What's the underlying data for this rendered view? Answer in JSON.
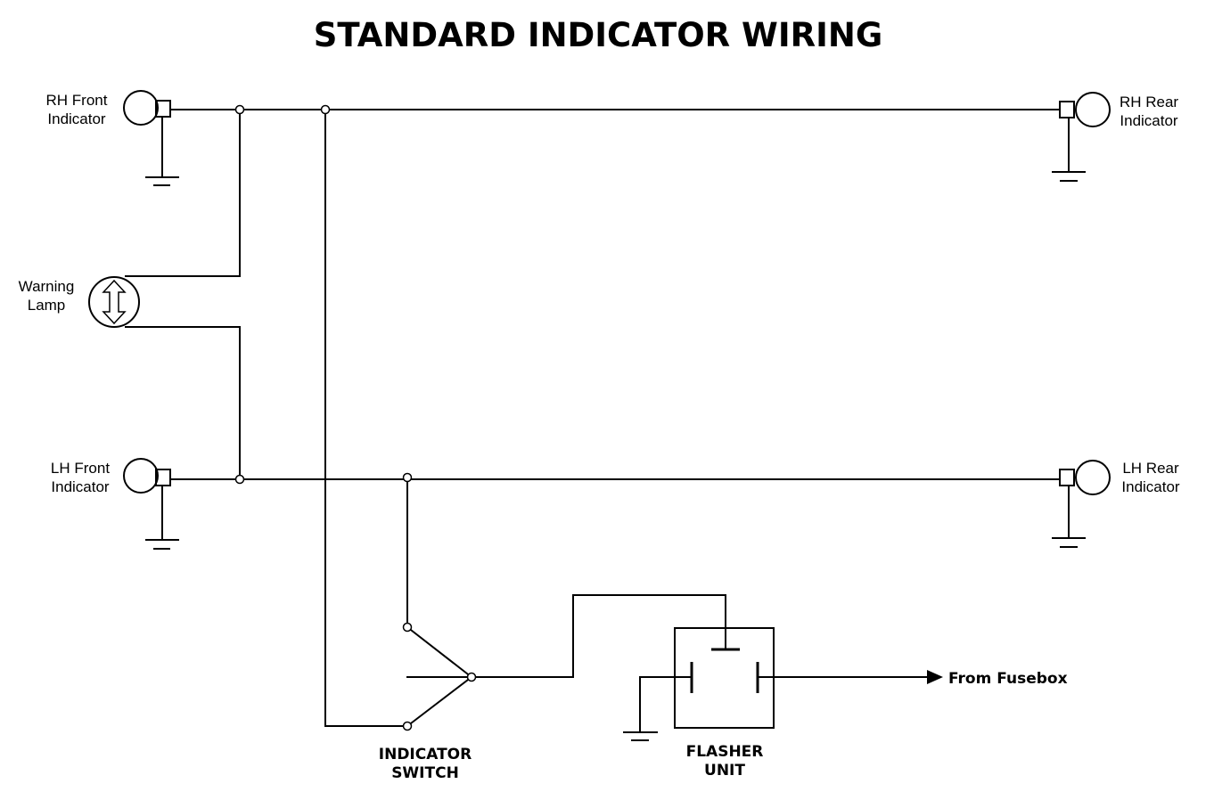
{
  "title": "STANDARD INDICATOR WIRING",
  "components": {
    "rh_front": {
      "line1": "RH Front",
      "line2": "Indicator"
    },
    "rh_rear": {
      "line1": "RH Rear",
      "line2": "Indicator"
    },
    "lh_front": {
      "line1": "LH Front",
      "line2": "Indicator"
    },
    "lh_rear": {
      "line1": "LH Rear",
      "line2": "Indicator"
    },
    "warning_lamp": {
      "line1": "Warning",
      "line2": "Lamp"
    },
    "indicator_switch": {
      "line1": "INDICATOR",
      "line2": "SWITCH"
    },
    "flasher_unit": {
      "line1": "FLASHER",
      "line2": "UNIT"
    },
    "supply": {
      "label": "From Fusebox"
    }
  },
  "colors": {
    "line": "#000000",
    "background": "#ffffff"
  }
}
